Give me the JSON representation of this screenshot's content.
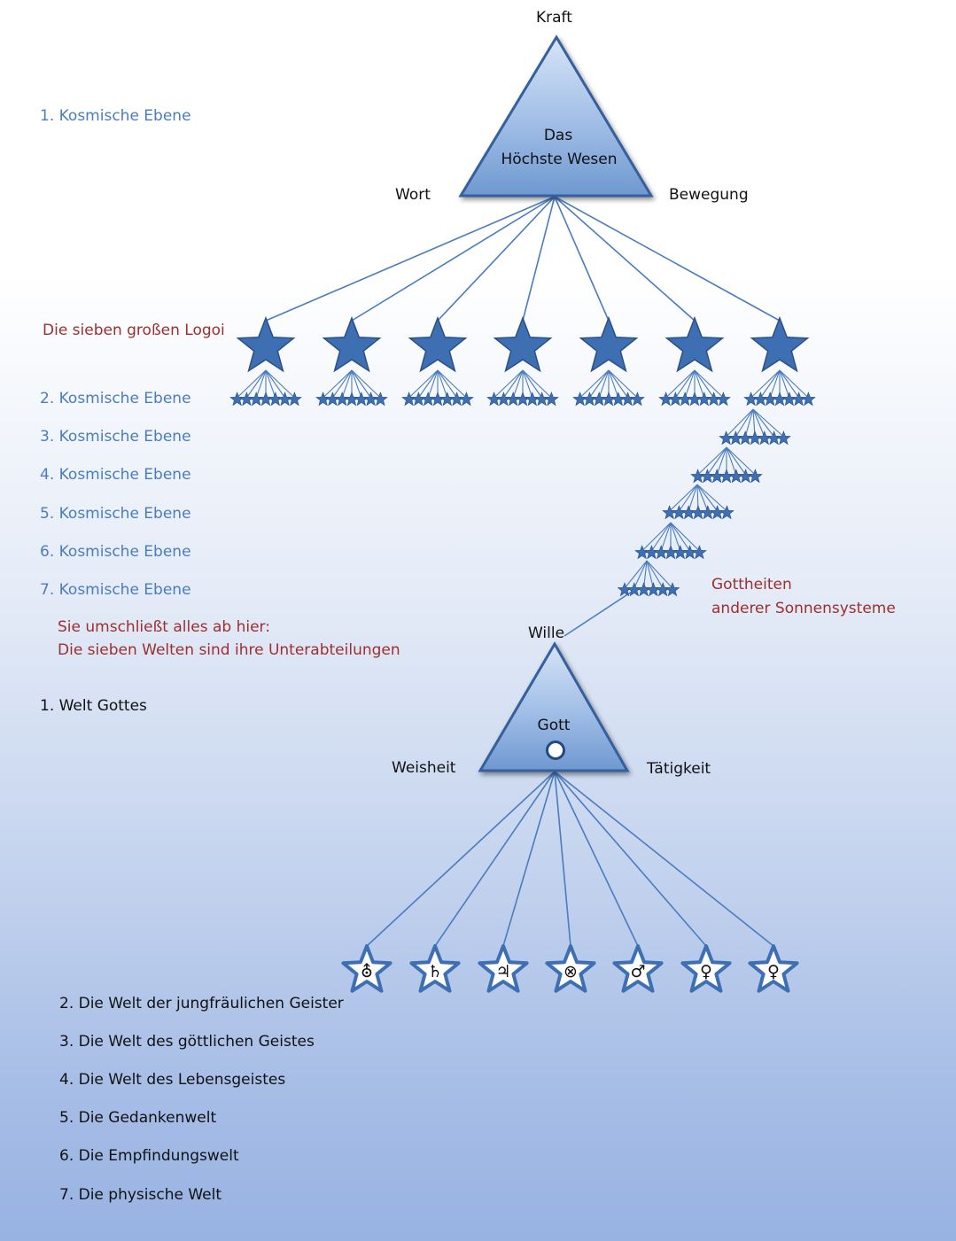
{
  "top_triangle": {
    "apex_label": "Kraft",
    "left_label": "Wort",
    "right_label": "Bewegung",
    "center_line1": "Das",
    "center_line2": "Höchste Wesen"
  },
  "logoi_label": "Die sieben großen Logoi",
  "cosmic_levels": [
    "1. Kosmische Ebene",
    "2. Kosmische Ebene",
    "3. Kosmische Ebene",
    "4. Kosmische Ebene",
    "5. Kosmische Ebene",
    "6. Kosmische Ebene",
    "7. Kosmische Ebene"
  ],
  "other_deities_line1": "Gottheiten",
  "other_deities_line2": "anderer Sonnensysteme",
  "encompass_line1": "Sie umschließt alles ab hier:",
  "encompass_line2": "Die sieben Welten sind ihre Unterabteilungen",
  "bottom_triangle": {
    "apex_label": "Wille",
    "left_label": "Weisheit",
    "right_label": "Tätigkeit",
    "center_label": "Gott"
  },
  "worlds": [
    "1. Welt Gottes",
    "2. Die Welt der jungfräulichen Geister",
    "3. Die Welt des göttlichen Geistes",
    "4. Die Welt des Lebensgeistes",
    "5. Die Gedankenwelt",
    "6. Die Empfindungswelt",
    "7. Die physische Welt"
  ],
  "planet_symbols": [
    "⛢",
    "♄",
    "♃",
    "⊗",
    "♂",
    "♀",
    "♀"
  ],
  "colors": {
    "star_fill": "#3e6fb2",
    "star_stroke": "#2a4f86",
    "line": "#4a7cc0",
    "cosmic_text": "#4a7cc0",
    "highlight_text": "#9e2e2e",
    "world_text": "#111111"
  }
}
